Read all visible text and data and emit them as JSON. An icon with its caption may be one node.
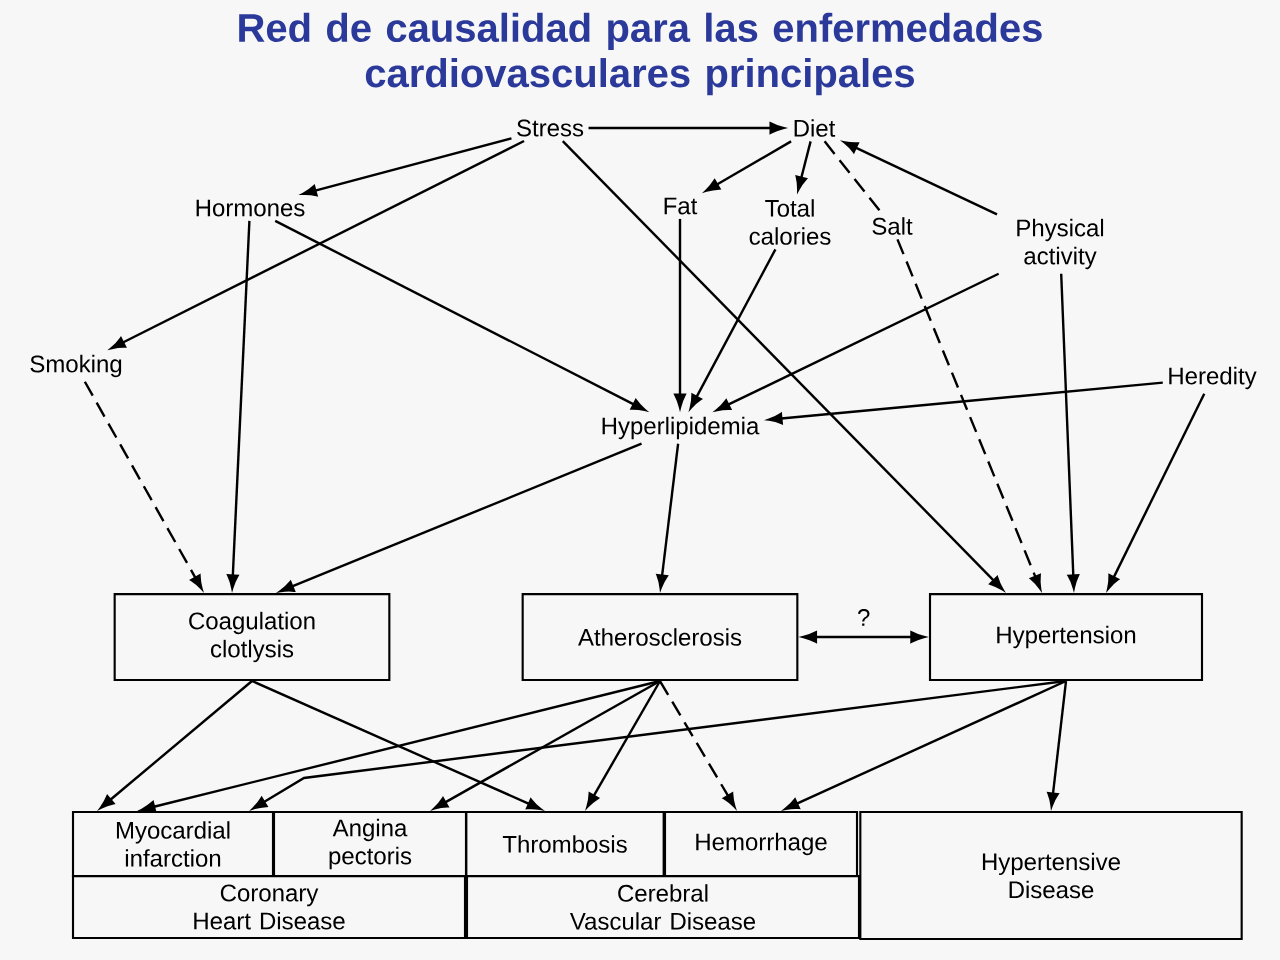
{
  "diagram": {
    "title": "Red de causalidad para las enfermedades cardiovasculares principales",
    "nodes": [
      {
        "text": [
          "Stress"
        ]
      },
      {
        "text": [
          "Diet"
        ]
      },
      {
        "text": [
          "Hormones"
        ]
      },
      {
        "text": [
          "Fat"
        ]
      },
      {
        "text": [
          "Total calories"
        ]
      },
      {
        "text": [
          "Salt"
        ]
      },
      {
        "text": [
          "Physical activity"
        ]
      },
      {
        "text": [
          "Smoking"
        ]
      },
      {
        "text": [
          "Heredity"
        ]
      },
      {
        "text": [
          "Hyperlipidemia"
        ]
      },
      {
        "text": [
          "Coagulation clotlysis"
        ]
      },
      {
        "text": [
          "Atherosclerosis"
        ]
      },
      {
        "text": [
          "Hypertension"
        ]
      },
      {
        "text": [
          "Myocardial infarction"
        ]
      },
      {
        "text": [
          "Angina pectoris"
        ]
      },
      {
        "text": [
          "Coronary Heart Disease"
        ]
      },
      {
        "text": [
          "Thrombosis"
        ]
      },
      {
        "text": [
          "Hemorrhage"
        ]
      },
      {
        "text": [
          "Cerebral Vascular Disease"
        ]
      },
      {
        "text": [
          "Hypertensive Disease"
        ]
      }
    ],
    "edges": [
      {
        "from": 0,
        "to": 1,
        "arrow": "to"
      },
      {
        "from": 0,
        "to": 2,
        "arrow": "to"
      },
      {
        "from": 0,
        "to": 7,
        "arrow": "to"
      },
      {
        "from": 0,
        "to": 12,
        "arrow": "to"
      },
      {
        "from": 2,
        "to": 9,
        "arrow": "to"
      },
      {
        "from": 2,
        "to": 10,
        "arrow": "to"
      },
      {
        "from": 7,
        "to": 10,
        "arrow": "to",
        "style": "dashed"
      },
      {
        "from": 1,
        "to": 3,
        "arrow": "to"
      },
      {
        "from": 1,
        "to": 4,
        "arrow": "to"
      },
      {
        "from": 1,
        "to": 5,
        "arrow": "none",
        "style": "dashed"
      },
      {
        "from": 5,
        "to": 12,
        "arrow": "to",
        "style": "dashed"
      },
      {
        "from": 6,
        "to": 1,
        "arrow": "to"
      },
      {
        "from": 6,
        "to": 9,
        "arrow": "to"
      },
      {
        "from": 6,
        "to": 12,
        "arrow": "to"
      },
      {
        "from": 8,
        "to": 9,
        "arrow": "to"
      },
      {
        "from": 8,
        "to": 12,
        "arrow": "to"
      },
      {
        "from": 3,
        "to": 9,
        "arrow": "to"
      },
      {
        "from": 4,
        "to": 9,
        "arrow": "to"
      },
      {
        "from": 9,
        "to": 10,
        "arrow": "to"
      },
      {
        "from": 9,
        "to": 11,
        "arrow": "to"
      },
      {
        "from": 11,
        "to": 12,
        "arrow": "both",
        "label": "?"
      },
      {
        "from": 10,
        "to": 13,
        "arrow": "to"
      },
      {
        "from": 10,
        "to": 16,
        "arrow": "to"
      },
      {
        "from": 11,
        "to": 13,
        "arrow": "to"
      },
      {
        "from": 11,
        "to": 14,
        "arrow": "to"
      },
      {
        "from": 11,
        "to": 16,
        "arrow": "to"
      },
      {
        "from": 11,
        "to": 17,
        "arrow": "to",
        "style": "dashed"
      },
      {
        "from": 12,
        "to": 13,
        "arrow": "to"
      },
      {
        "from": 12,
        "to": 17,
        "arrow": "to"
      },
      {
        "from": 12,
        "to": 19,
        "arrow": "to"
      }
    ]
  }
}
